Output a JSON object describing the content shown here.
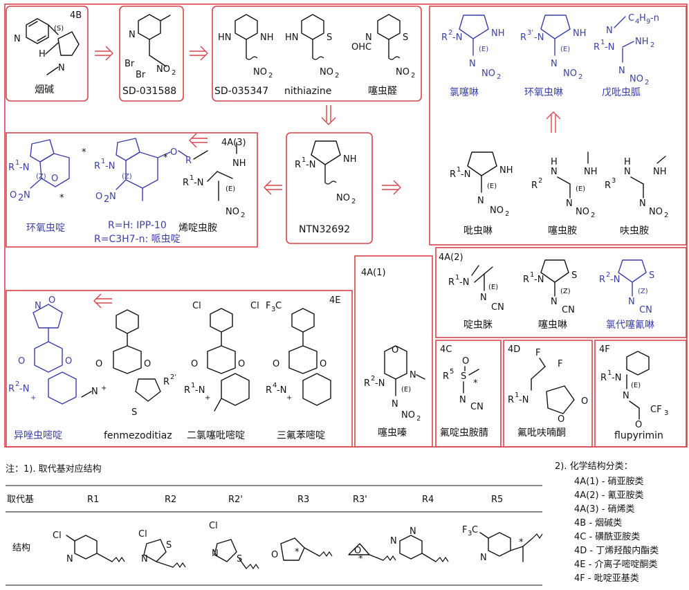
{
  "boxes": {
    "b4B": "4B",
    "b4A3": "4A(3)",
    "b4A1": "4A(1)",
    "b4A2": "4A(2)",
    "b4C": "4C",
    "b4D": "4D",
    "b4E": "4E",
    "b4F": "4F"
  },
  "compounds": {
    "nicotine": "烟碱",
    "sd031588": "SD-031588",
    "sd035347": "SD-035347",
    "nithiazine": "nithiazine",
    "thiazolidine_ald": "噻虫醛",
    "ntn32692": "NTN32692",
    "cycloxaprid": "环氧虫啶",
    "ipp10": "R=H: IPP-10",
    "paichongding": "R=C3H7-n: 哌虫啶",
    "nitenpyram": "烯啶虫胺",
    "imidacloprid": "氯噻啉",
    "oxirane_imid": "环氧虫啉",
    "pentyl": "戊吡虫胍",
    "imid": "吡虫啉",
    "clothianidin": "噻虫胺",
    "dinotefuran": "呋虫胺",
    "thiamethoxam": "噻虫嗪",
    "acetamiprid": "啶虫脒",
    "thiacloprid": "噻虫啉",
    "chloro_thia": "氯代噻氰啉",
    "sulfoxaflor": "氟啶虫胺腈",
    "flupyradifurone": "氟吡呋喃酮",
    "flupyrimin": "flupyrimin",
    "isoxazole": "异唑虫嘧啶",
    "fenmezoditiaz": "fenmezoditiaz",
    "dichloro": "二氯噻吡嘧啶",
    "triflu": "三氟苯嘧啶"
  },
  "notes": {
    "note1_title": "注：1). 取代基对应结构",
    "substituent_label": "取代基",
    "structure_label": "结构",
    "r_labels": [
      "R1",
      "R2",
      "R2'",
      "R3",
      "R3'",
      "R4",
      "R5"
    ],
    "note2_title": "2). 化学结构分类：",
    "classes": [
      "4A(1) - 硝亚胺类",
      "4A(2) - 氰亚胺类",
      "4A(3) - 硝烯类",
      "4B - 烟碱类",
      "4C - 磺酰亚胺类",
      "4D - 丁烯羟酸内酯类",
      "4E - 介离子嘧啶酮类",
      "4F - 吡啶亚基类"
    ]
  }
}
